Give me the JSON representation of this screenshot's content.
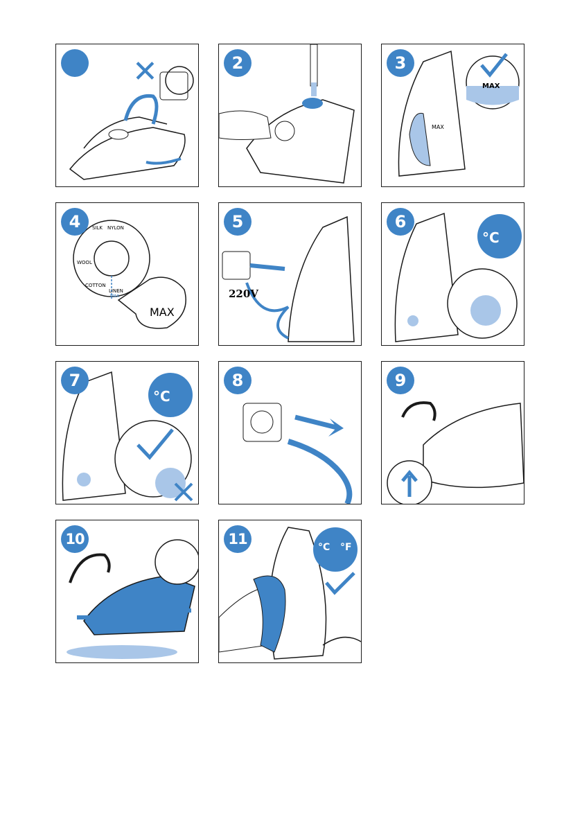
{
  "steps": [
    {
      "num": ""
    },
    {
      "num": "2"
    },
    {
      "num": "3",
      "label": "MAX",
      "tank_label": "MAX"
    },
    {
      "num": "4",
      "dial_label": "MAX",
      "dial_text": [
        "NYLON",
        "SILK",
        "WOOL",
        "COTTON",
        "LINEN",
        "MAX"
      ]
    },
    {
      "num": "5",
      "voltage": "220V"
    },
    {
      "num": "6",
      "temp_unit": "°C"
    },
    {
      "num": "7",
      "temp_unit": "°C"
    },
    {
      "num": "8"
    },
    {
      "num": "9"
    },
    {
      "num": "10"
    },
    {
      "num": "11",
      "temp_unit_c": "°C",
      "temp_unit_f": "°F"
    }
  ],
  "colors": {
    "accent": "#3f84c6",
    "light_blue": "#a9c6e8",
    "line": "#1a1a1a"
  }
}
